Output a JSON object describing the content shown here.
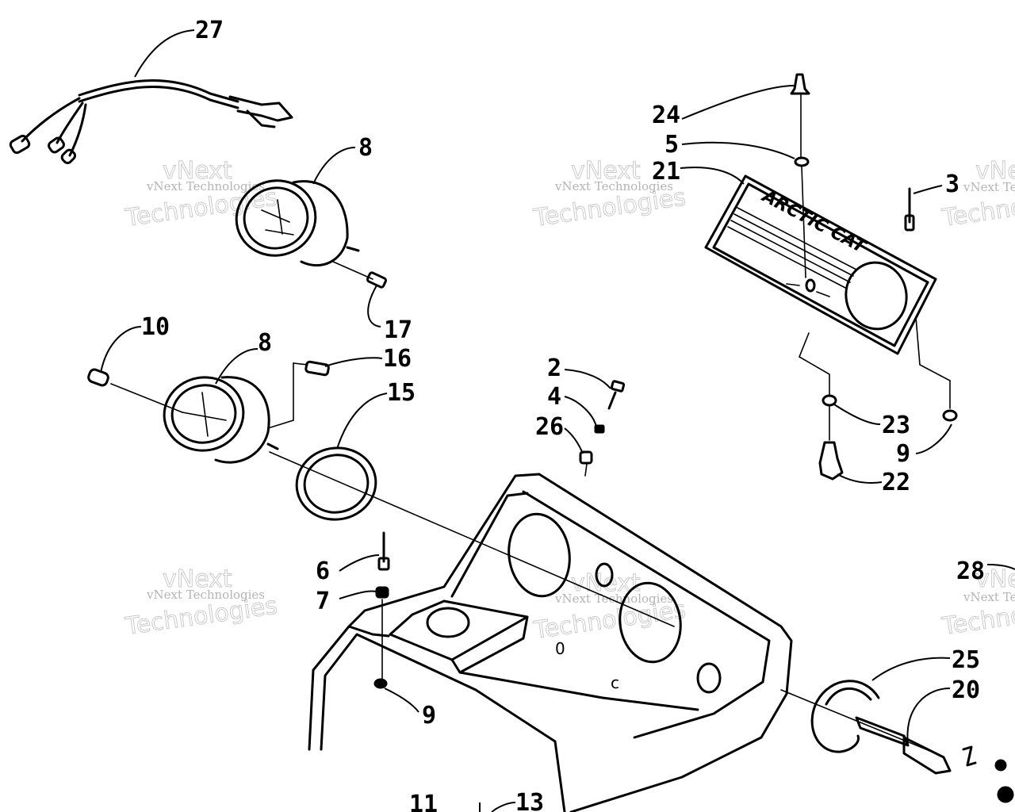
{
  "callouts": {
    "c27": "27",
    "c8a": "8",
    "c17": "17",
    "c10": "10",
    "c8b": "8",
    "c16": "16",
    "c15": "15",
    "c24": "24",
    "c5": "5",
    "c21": "21",
    "c3": "3",
    "c2": "2",
    "c4": "4",
    "c26": "26",
    "c23": "23",
    "c9a": "9",
    "c22": "22",
    "c6": "6",
    "c7": "7",
    "c9b": "9",
    "c28": "28",
    "c25": "25",
    "c20": "20",
    "c11": "11",
    "c13": "13"
  },
  "watermark": {
    "company": "vNext Technologies",
    "line1": "vNext",
    "line2": "Technologies"
  },
  "bezel_brand": "ARCTIC CAT"
}
